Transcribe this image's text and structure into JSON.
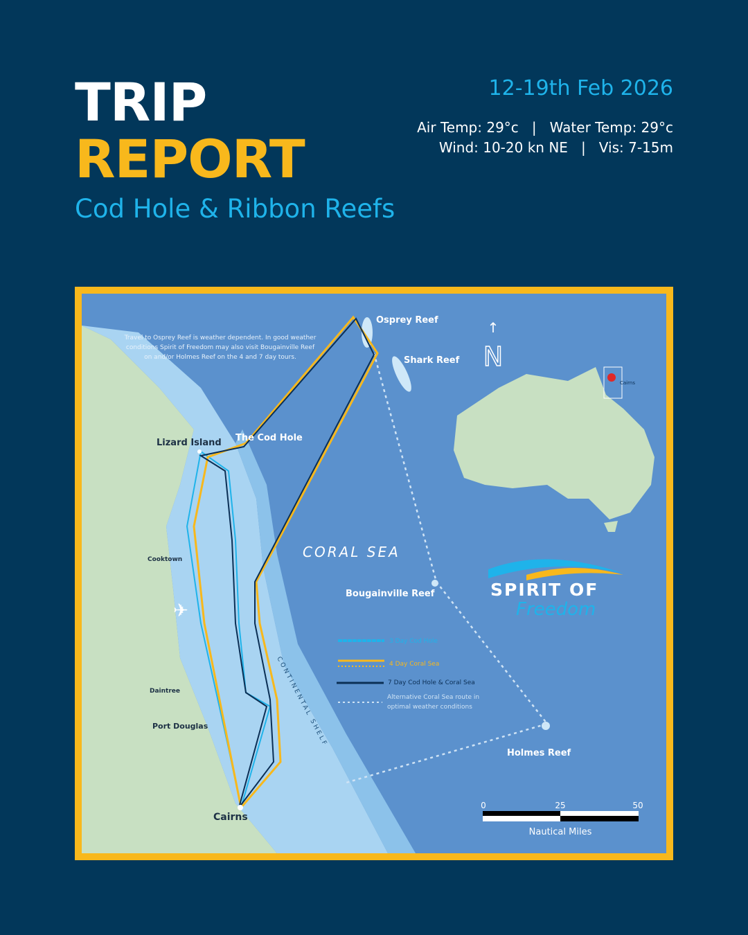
{
  "header": {
    "title_line1": "TRIP",
    "title_line2": "REPORT",
    "subtitle": "Cod Hole & Ribbon Reefs",
    "date": "12-19th Feb 2026",
    "conditions_line1": "Air Temp: 29°c   |   Water Temp: 29°c",
    "conditions_line2": "Wind: 10-20 kn NE   |   Vis: 7-15m"
  },
  "map": {
    "note": [
      "Travel to Osprey Reef is weather dependent. In good weather",
      "conditions Spirit of Freedom may also visit Bougainville Reef",
      "on and/or Holmes Reef on the 4 and 7 day tours."
    ],
    "labels": {
      "osprey": "Osprey Reef",
      "shark": "Shark Reef",
      "lizard": "Lizard Island",
      "codhole": "The Cod Hole",
      "coral_sea": "CORAL SEA",
      "bougainville": "Bougainville Reef",
      "holmes": "Holmes Reef",
      "cooktown": "Cooktown",
      "daintree": "Daintree",
      "port_douglas": "Port Douglas",
      "cairns": "Cairns",
      "shelf": "CONTINENTAL SHELF",
      "inset_cairns": "Cairns",
      "north": "N"
    },
    "legend": [
      {
        "label": "3 Day Cod Hole",
        "color": "#1fb3ea"
      },
      {
        "label": "4 Day Coral Sea",
        "color": "#f8b81c"
      },
      {
        "label": "7 Day Cod Hole & Coral Sea",
        "color": "#0b2f55"
      },
      {
        "label": "Alternative Coral Sea route in",
        "label2": "optimal weather conditions",
        "color": "#cfe3f5"
      }
    ],
    "scale": {
      "ticks": [
        "0",
        "25",
        "50"
      ],
      "unit": "Nautical Miles"
    },
    "logo": {
      "line1": "SPIRIT OF",
      "line2": "Freedom"
    }
  }
}
